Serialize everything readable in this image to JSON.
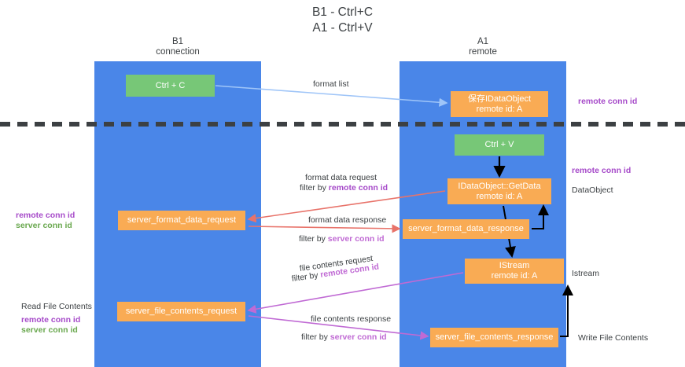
{
  "title": {
    "line1": "B1 - Ctrl+C",
    "line2": "A1 - Ctrl+V"
  },
  "lanes": [
    {
      "id": "b1",
      "name": "B1",
      "subtitle": "connection",
      "color": "#4a86e8"
    },
    {
      "id": "a1",
      "name": "A1",
      "subtitle": "remote",
      "color": "#4a86e8"
    }
  ],
  "boxes": {
    "ctrl_c": {
      "line1": "Ctrl + C",
      "line2": "",
      "color": "#77c777"
    },
    "save_idataobject": {
      "line1": "保存IDataObject",
      "line2": "remote id: A",
      "color": "#f9ab54"
    },
    "ctrl_v": {
      "line1": "Ctrl + V",
      "line2": "",
      "color": "#77c777"
    },
    "getdata": {
      "line1": "IDataObject::GetData",
      "line2": "remote id: A",
      "color": "#f9ab54"
    },
    "server_format_data_request": {
      "line1": "server_format_data_request",
      "line2": "",
      "color": "#f9ab54"
    },
    "server_format_data_response": {
      "line1": "server_format_data_response",
      "line2": "",
      "color": "#f9ab54"
    },
    "istream": {
      "line1": "IStream",
      "line2": "remote id: A",
      "color": "#f9ab54"
    },
    "server_file_contents_request": {
      "line1": "server_file_contents_request",
      "line2": "",
      "color": "#f9ab54"
    },
    "server_file_contents_response": {
      "line1": "server_file_contents_response",
      "line2": "",
      "color": "#f9ab54"
    }
  },
  "arrow_labels": {
    "format_list": "format list",
    "format_data_request": "format data request",
    "format_data_request_filter_prefix": "filter by ",
    "format_data_request_filter_key": "remote conn id",
    "format_data_response": "format data response",
    "format_data_response_filter_prefix": "filter by ",
    "format_data_response_filter_key": "server conn id",
    "file_contents_request": "file contents request",
    "file_contents_request_filter_prefix": "filter by ",
    "file_contents_request_filter_key": "remote conn id",
    "file_contents_response": "file contents response",
    "file_contents_response_filter_prefix": "filter by ",
    "file_contents_response_filter_key": "server conn id"
  },
  "annotations": {
    "right": {
      "remote_conn_id_top": "remote conn id",
      "remote_conn_id_mid": "remote conn id",
      "dataobject": "DataObject",
      "istream": "Istream",
      "write_file_contents": "Write File Contents"
    },
    "left": {
      "remote_conn_id_1": "remote conn id",
      "server_conn_id_1": "server conn id",
      "read_file_contents": "Read File Contents",
      "remote_conn_id_2": "remote conn id",
      "server_conn_id_2": "server conn id"
    }
  },
  "colors": {
    "lane_blue": "#4a86e8",
    "box_green": "#77c777",
    "box_orange": "#f9ab54",
    "purple": "#a64ac9",
    "pink_purple": "#c06ad4",
    "green_text": "#6aa84f",
    "arrow_red": "#e8736a",
    "arrow_blue": "#9fc5f8",
    "arrow_black": "#000000",
    "separator": "#3c4043"
  }
}
